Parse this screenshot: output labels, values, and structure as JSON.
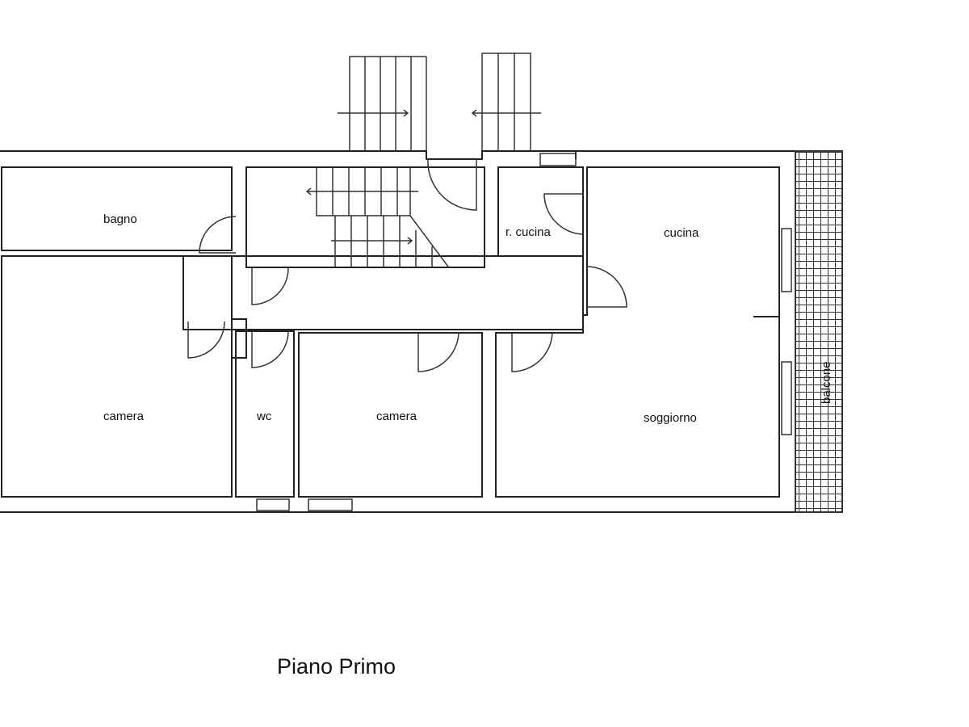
{
  "title": "Piano Primo",
  "rooms": {
    "bagno": "bagno",
    "camera_left": "camera",
    "wc": "wc",
    "camera_mid": "camera",
    "r_cucina": "r. cucina",
    "cucina": "cucina",
    "soggiorno": "soggiorno",
    "balcone": "balcone"
  }
}
